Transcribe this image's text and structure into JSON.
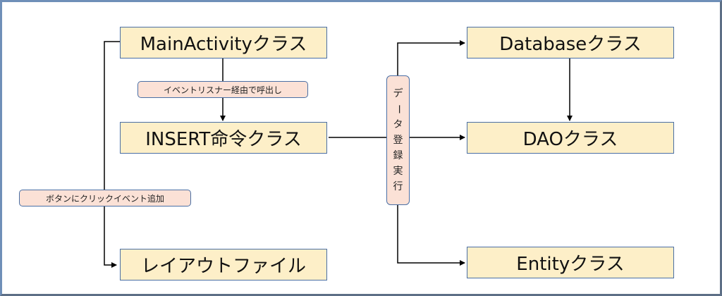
{
  "boxes": {
    "main_activity": "MainActivityクラス",
    "insert_command": "INSERT命令クラス",
    "layout_file": "レイアウトファイル",
    "database": "Databaseクラス",
    "dao": "DAOクラス",
    "entity": "Entityクラス"
  },
  "labels": {
    "via_event_listener": "イベントリスナー経由で呼出し",
    "add_click_event": "ボタンにクリックイベント追加",
    "data_register_exec": [
      "デ",
      "ー",
      "タ",
      "登",
      "録",
      "実",
      "行"
    ]
  },
  "colors": {
    "box_fill": "#fdefc8",
    "label_fill": "#fbe1d6",
    "border": "#4a6fa5",
    "frame": "#6f8fb8"
  }
}
